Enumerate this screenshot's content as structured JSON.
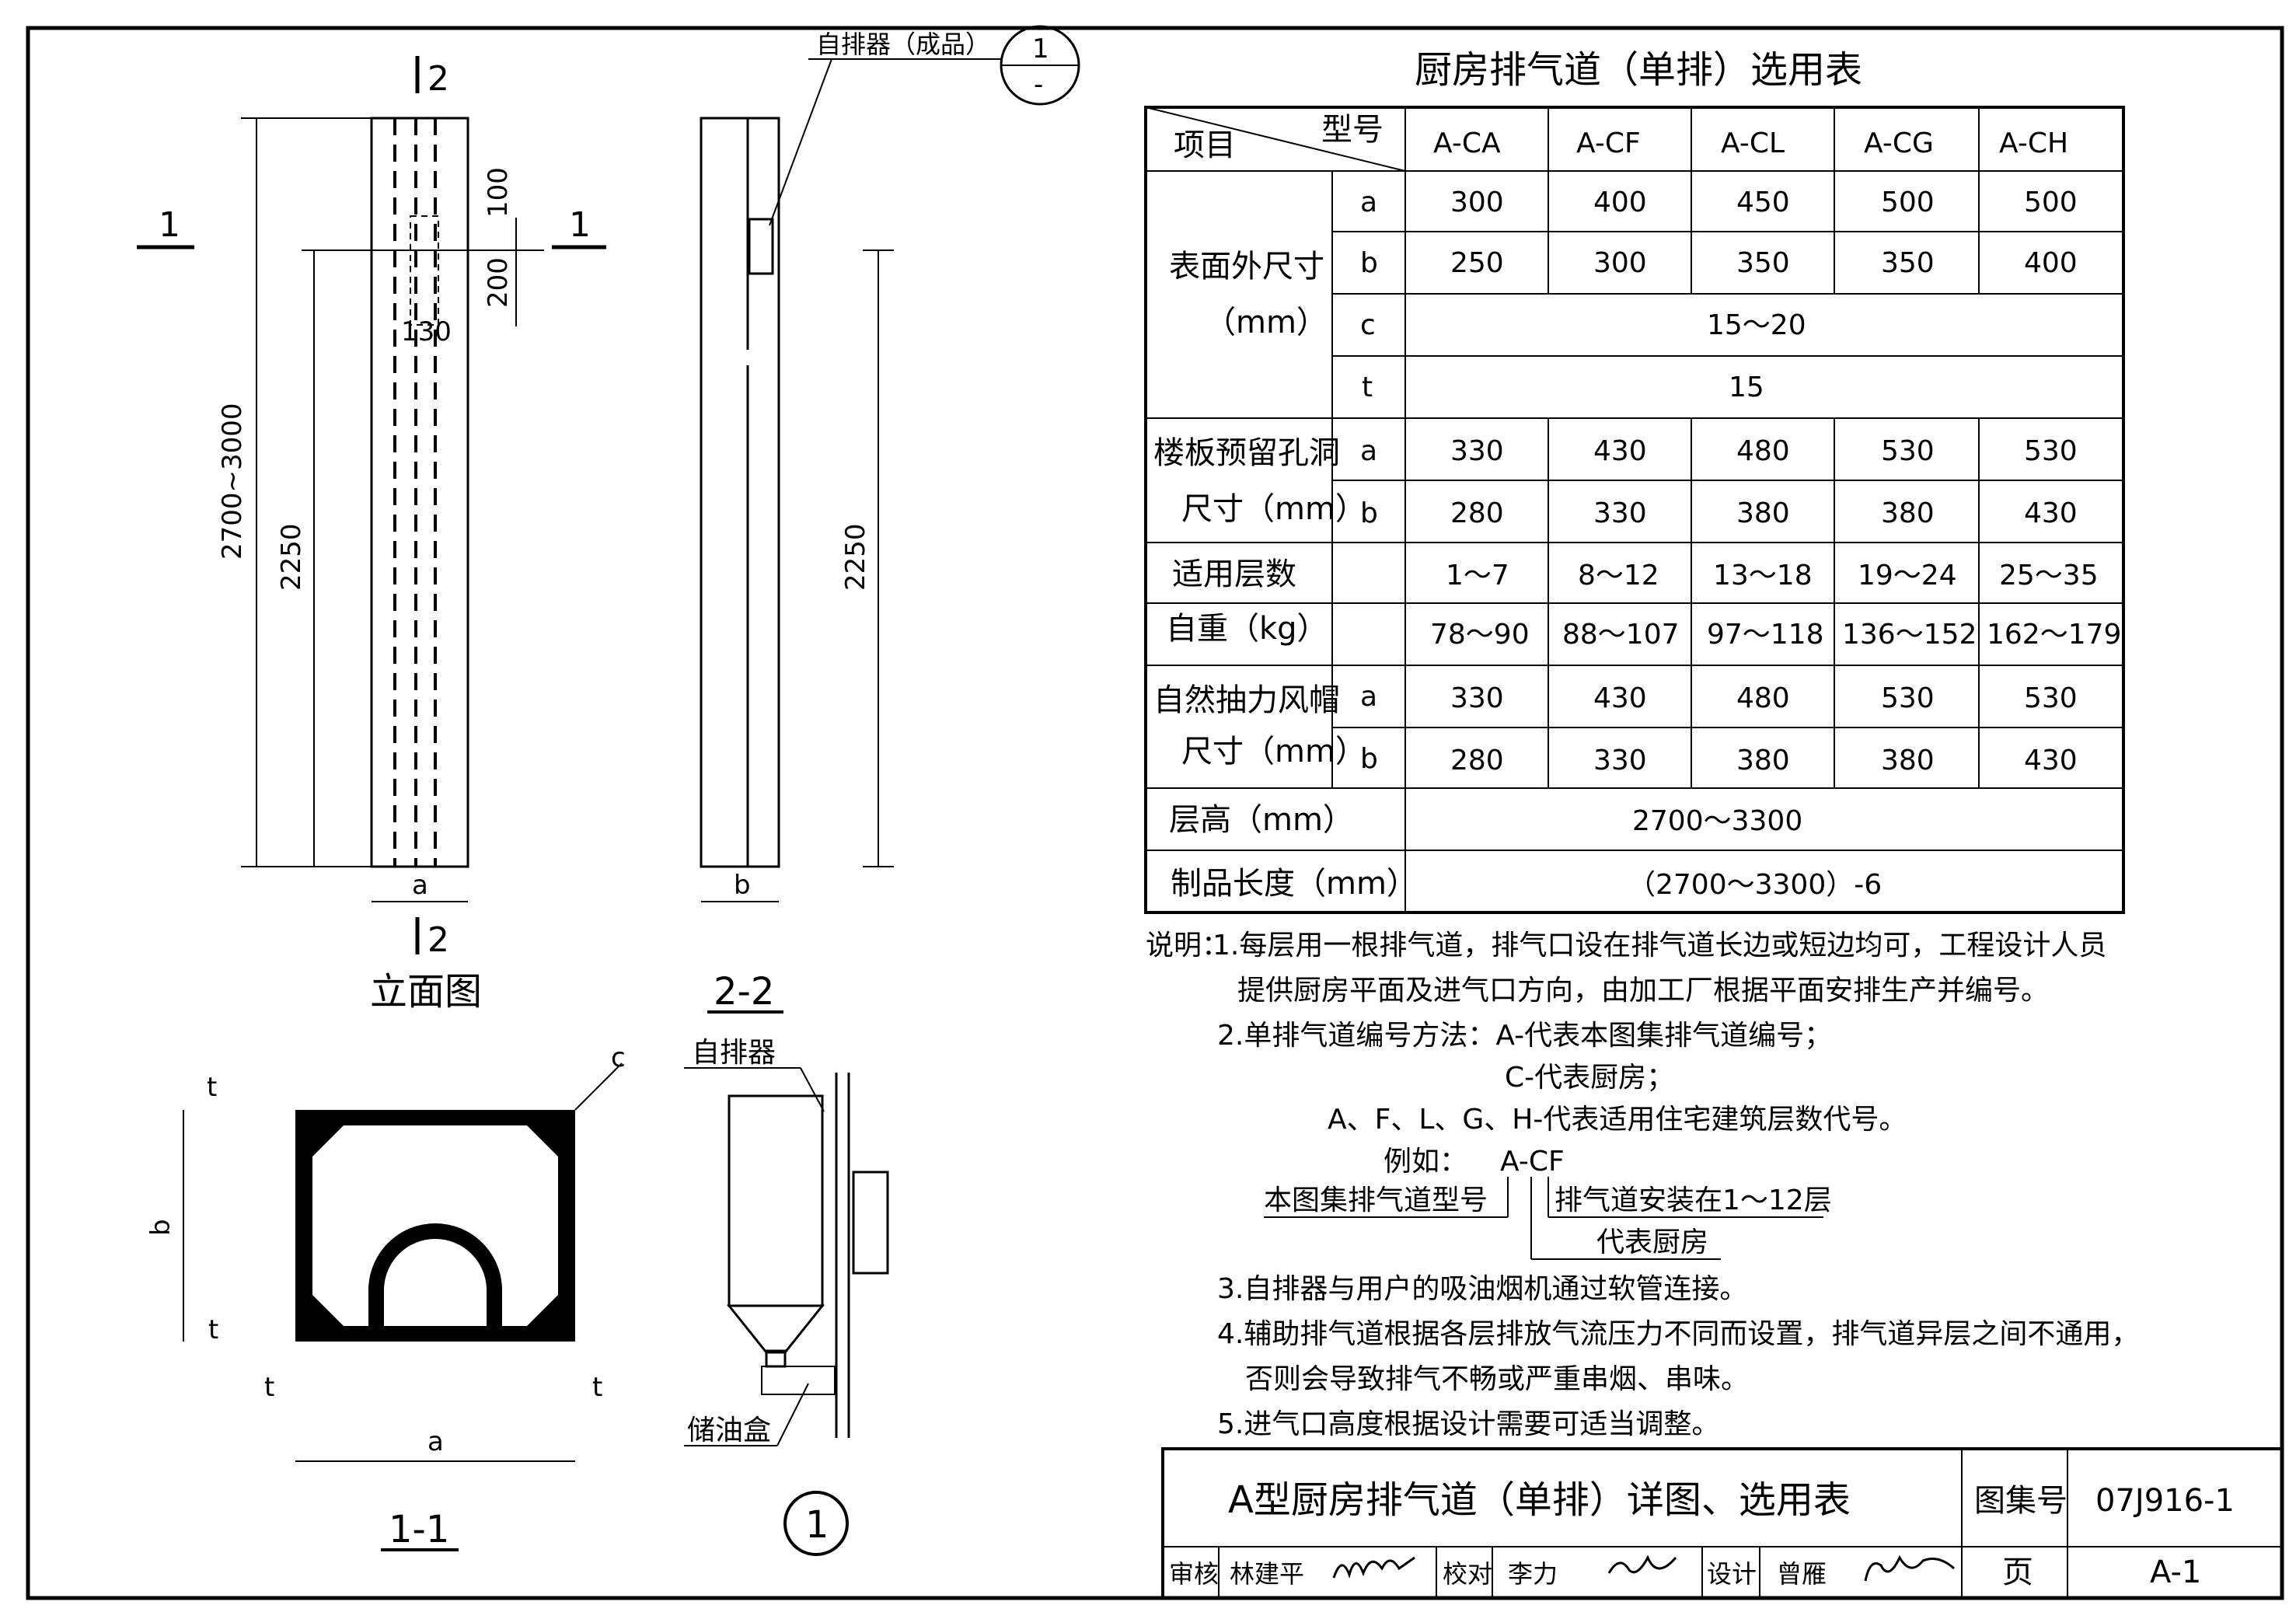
{
  "drawing": {
    "elevation": {
      "title": "立面图",
      "section_mark": "1",
      "section_mark_2": "2",
      "dim_total": "2700~3000",
      "dim_lower": "2250",
      "dim_100": "100",
      "dim_200": "200",
      "dim_130": "130",
      "dim_a": "a"
    },
    "section22": {
      "title": "2-2",
      "callout_label": "自排器（成品）",
      "callout_num": "1",
      "callout_sheet": "-",
      "dim_lower": "2250",
      "dim_b": "b"
    },
    "section11": {
      "title": "1-1",
      "dim_t": "t",
      "dim_b": "b",
      "dim_c": "c",
      "dim_a": "a"
    },
    "detail1": {
      "label_top": "自排器",
      "label_bottom": "储油盒",
      "number": "1"
    }
  },
  "table": {
    "title": "厨房排气道（单排）选用表",
    "corner_item": "项目",
    "corner_model": "型号",
    "models": [
      "A-CA",
      "A-CF",
      "A-CL",
      "A-CG",
      "A-CH"
    ],
    "size_label_1": "表面外尺寸",
    "size_label_2": "（mm）",
    "row_a": [
      "300",
      "400",
      "450",
      "500",
      "500"
    ],
    "row_b": [
      "250",
      "300",
      "350",
      "350",
      "400"
    ],
    "row_c": "15～20",
    "row_t": "15",
    "hole_label_1": "楼板预留孔洞",
    "hole_label_2": "尺寸（mm）",
    "hole_a": [
      "330",
      "430",
      "480",
      "530",
      "530"
    ],
    "hole_b": [
      "280",
      "330",
      "380",
      "380",
      "430"
    ],
    "floors_label": "适用层数",
    "floors": [
      "1～7",
      "8～12",
      "13～18",
      "19～24",
      "25～35"
    ],
    "weight_label": "自重（kg）",
    "weight": [
      "78～90",
      "88～107",
      "97～118",
      "136～152",
      "162～179"
    ],
    "cap_label_1": "自然抽力风帽",
    "cap_label_2": "尺寸（mm）",
    "cap_a": [
      "330",
      "430",
      "480",
      "530",
      "530"
    ],
    "cap_b": [
      "280",
      "330",
      "380",
      "380",
      "430"
    ],
    "height_label": "层高（mm）",
    "height_value": "2700～3300",
    "length_label": "制品长度（mm）",
    "length_value": "（2700～3300）-6",
    "sub_a": "a",
    "sub_b": "b",
    "sub_c": "c",
    "sub_t": "t"
  },
  "notes": {
    "lead": "说明：",
    "n1_a": "1.每层用一根排气道，排气口设在排气道长边或短边均可，工程设计人员",
    "n1_b": "提供厨房平面及进气口方向，由加工厂根据平面安排生产并编号。",
    "n2_a": "2.单排气道编号方法：A-代表本图集排气道编号；",
    "n2_b": "C-代表厨房；",
    "n2_c": "A、F、L、G、H-代表适用住宅建筑层数代号。",
    "n2_eg": "例如：",
    "n2_code": "A-CF",
    "n2_tag1": "本图集排气道型号",
    "n2_tag2": "排气道安装在1～12层",
    "n2_tag3": "代表厨房",
    "n3": "3.自排器与用户的吸油烟机通过软管连接。",
    "n4_a": "4.辅助排气道根据各层排放气流压力不同而设置，排气道异层之间不通用，",
    "n4_b": "否则会导致排气不畅或严重串烟、串味。",
    "n5": "5.进气口高度根据设计需要可适当调整。"
  },
  "titleblock": {
    "main_title": "A型厨房排气道（单排）详图、选用表",
    "atlas_label": "图集号",
    "atlas_no": "07J916-1",
    "review_label": "审核",
    "review_name": "林建平",
    "check_label": "校对",
    "check_name": "李力",
    "design_label": "设计",
    "design_name": "曾雁",
    "page_label": "页",
    "page_no": "A-1"
  }
}
